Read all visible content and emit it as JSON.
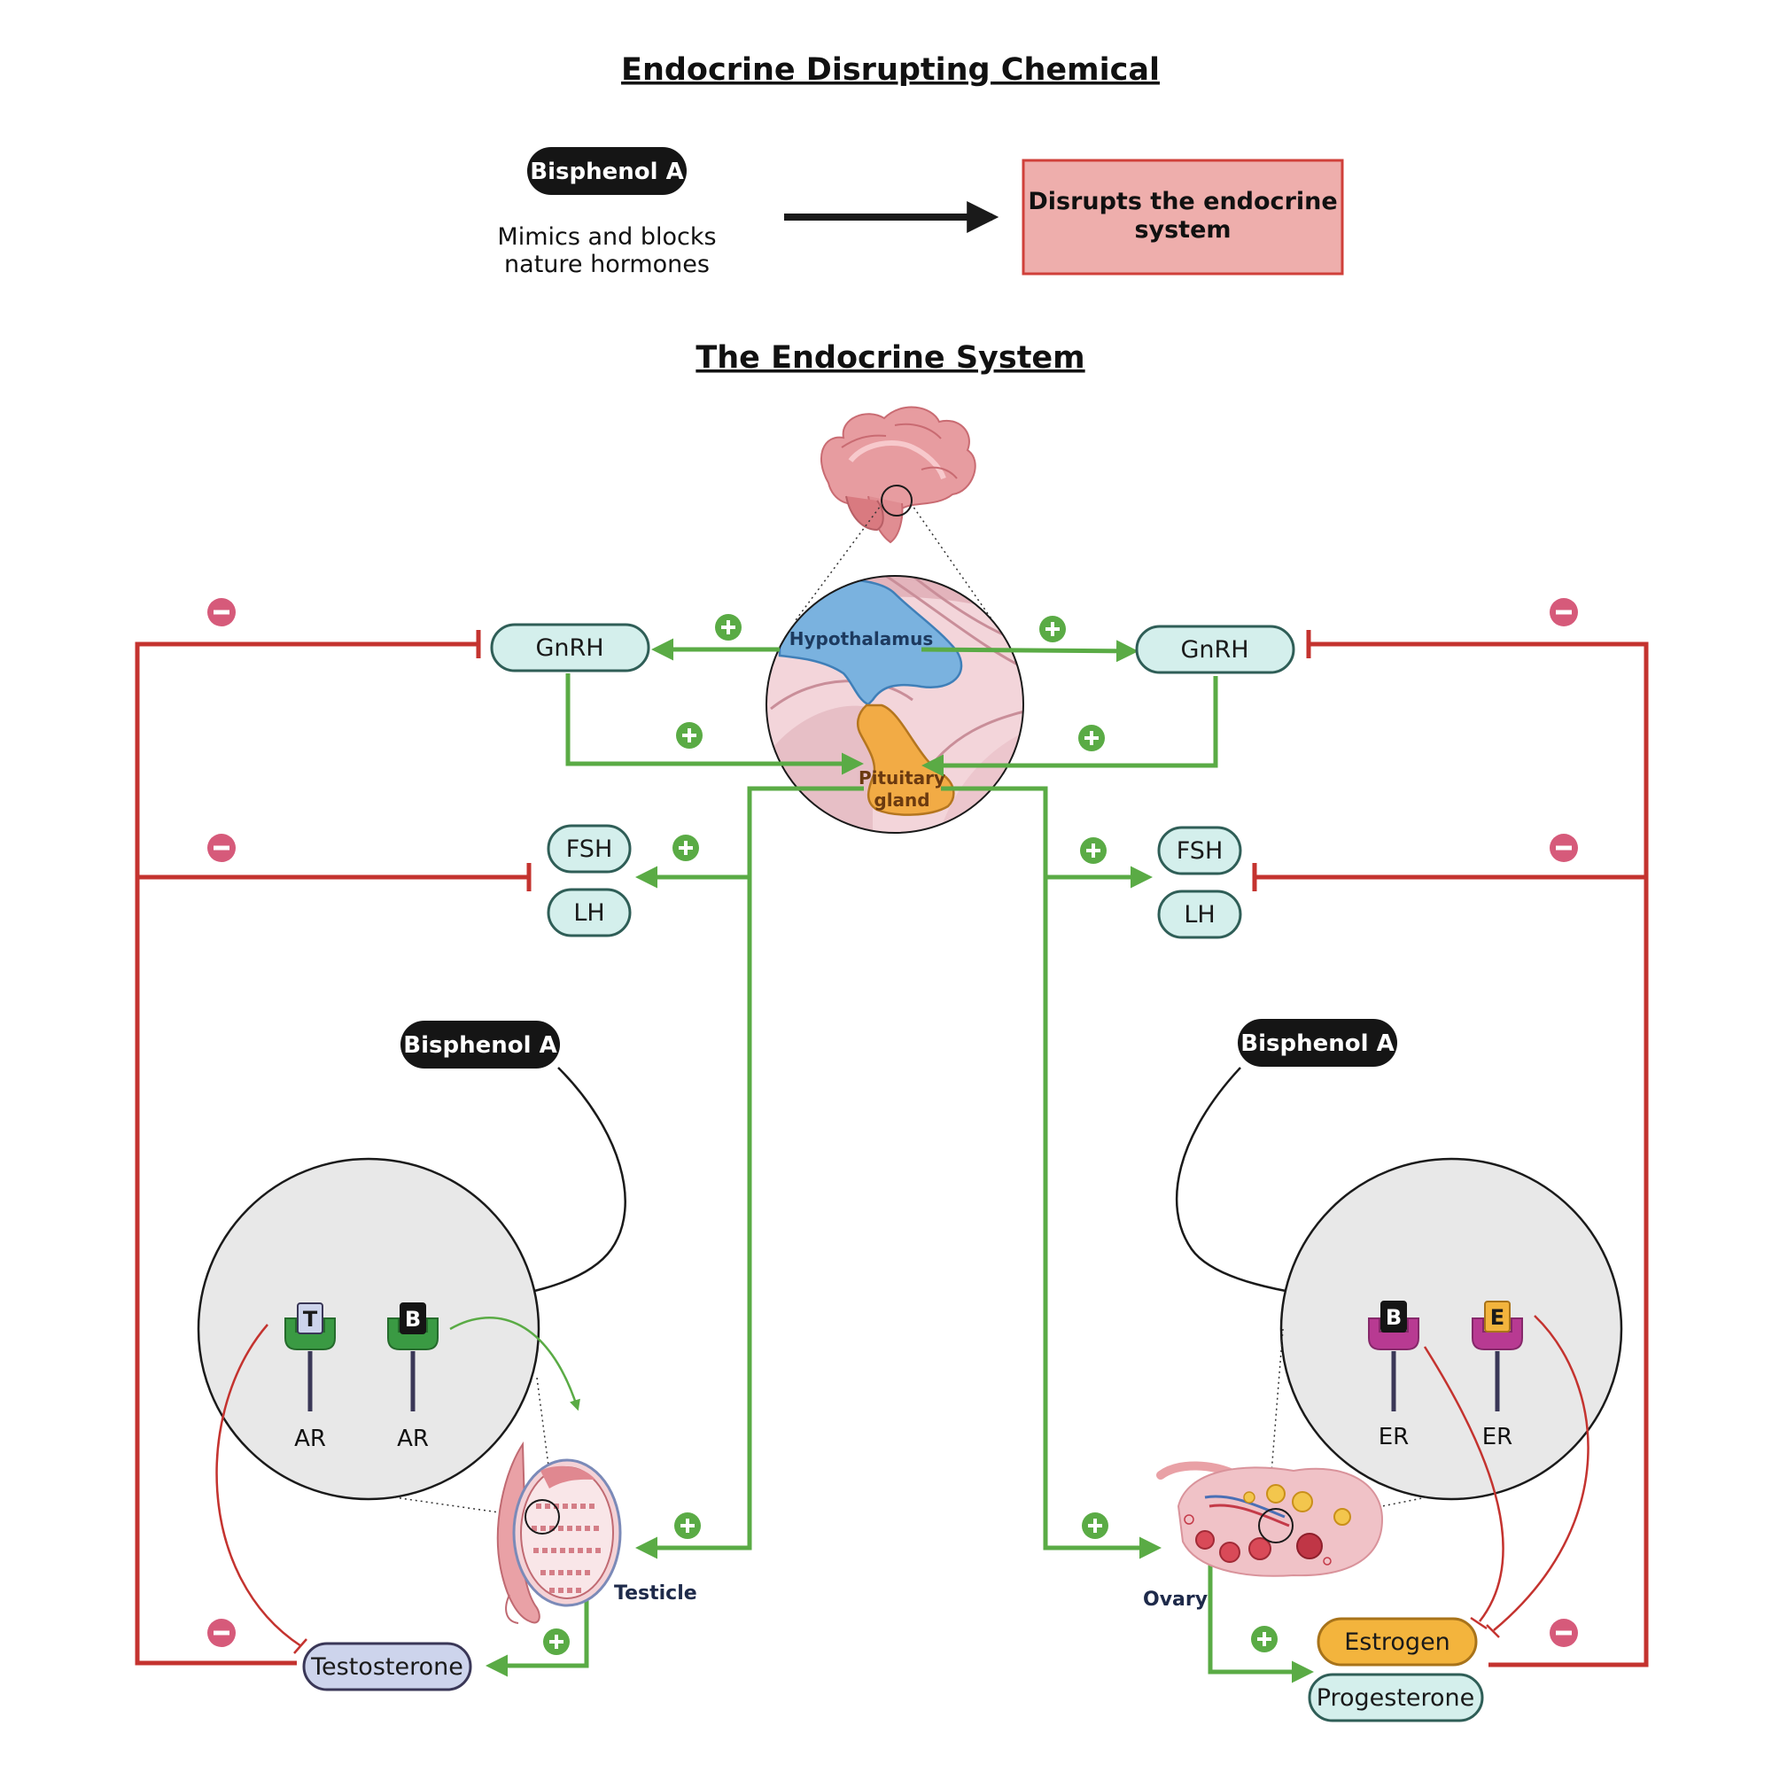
{
  "header": {
    "title": "Endocrine Disrupting Chemical",
    "bisphenol_label": "Bisphenol A",
    "mimics_line1": "Mimics and blocks",
    "mimics_line2": "nature hormones",
    "disrupts_line1": "Disrupts the endocrine",
    "disrupts_line2": "system"
  },
  "system": {
    "title": "The Endocrine System",
    "hypothalamus": "Hypothalamus",
    "pituitary_line1": "Pituitary",
    "pituitary_line2": "gland"
  },
  "left": {
    "gnrh": "GnRH",
    "fsh": "FSH",
    "lh": "LH",
    "bisphenol_label": "Bisphenol A",
    "receptor1_ligand": "T",
    "receptor1_label": "AR",
    "receptor2_ligand": "B",
    "receptor2_label": "AR",
    "organ": "Testicle",
    "hormone": "Testosterone"
  },
  "right": {
    "gnrh": "GnRH",
    "fsh": "FSH",
    "lh": "LH",
    "bisphenol_label": "Bisphenol A",
    "receptor1_ligand": "B",
    "receptor1_label": "ER",
    "receptor2_ligand": "E",
    "receptor2_label": "ER",
    "organ": "Ovary",
    "hormone1": "Estrogen",
    "hormone2": "Progesterone"
  },
  "colors": {
    "stimulate": "#5aab45",
    "inhibit": "#c4332f",
    "hormone_pill_fill": "#d4efec",
    "hormone_pill_stroke": "#2f5e57",
    "testosterone_fill": "#cdd4ec",
    "estrogen_fill": "#f3b43d",
    "disrupts_fill": "#eeaeac",
    "androgen_receptor": "#3a9a43",
    "estrogen_receptor": "#b83a92"
  }
}
